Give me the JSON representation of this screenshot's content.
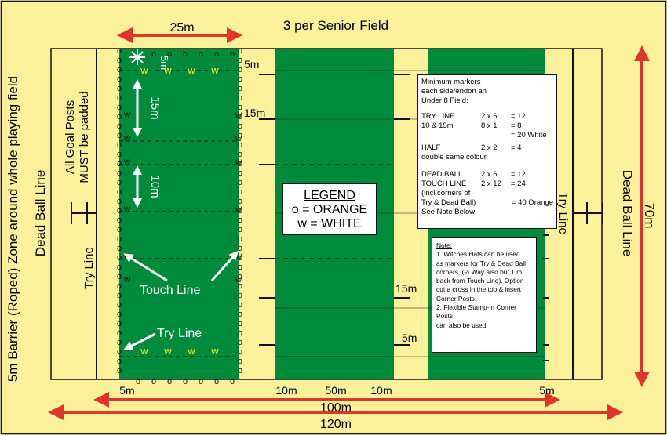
{
  "title": "3 per Senior Field",
  "zone_label": "5m Barrier (Roped) Zone around whole playing field",
  "dead_ball_line_left": "Dead Ball Line",
  "dead_ball_line_right": "Dead Ball Line",
  "goal_posts_line1": "All Goal Posts",
  "goal_posts_line2": "MUST be padded",
  "try_line_left": "Try Line",
  "try_line_right": "Try Line",
  "touch_line_label": "Touch Line",
  "try_line_inner": "Try Line",
  "dim_25m": "25m",
  "dim_5m_top": "5m",
  "dim_15m": "15m",
  "dim_10m": "10m",
  "dim_5m_inner": "5m",
  "right_dim_5m_top": "5m",
  "right_dim_15m_top": "15m",
  "right_dim_15m_bottom": "15m",
  "right_dim_5m_bottom": "5m",
  "bottom_5m_left": "5m",
  "bottom_10m_left": "10m",
  "bottom_50m": "50m",
  "bottom_10m_right": "10m",
  "bottom_5m_right": "5m",
  "dim_100m": "100m",
  "dim_120m": "120m",
  "dim_70m": "70m",
  "marker_w": "w",
  "marker_W": "W",
  "marker_o": "o",
  "legend": {
    "title": "LEGEND",
    "line1": "o = ORANGE",
    "line2": "w = WHITE"
  },
  "markers_box": {
    "intro1": "Minimum markers",
    "intro2": "each side/endon an",
    "intro3": "Under 8 Field:",
    "try_label1": "TRY LINE",
    "try_label2": "10 & 15m",
    "try_calc1": "2 x 6",
    "try_res1": "= 12",
    "try_calc2": "8 x 1",
    "try_res2": "= 8",
    "try_total": "= 20 White",
    "half_label": "HALF",
    "half_calc": "2 x 2",
    "half_res": "= 4",
    "half_note": "double same colour",
    "dead_label1": "DEAD BALL",
    "dead_calc1": "2 x 6",
    "dead_res1": "= 12",
    "dead_label2": "TOUCH LINE",
    "dead_calc2": "2 x 12",
    "dead_res2": "= 24",
    "incl1": "(incl corners of",
    "incl2": "Try & Dead Ball)",
    "total": "= 40 Orange",
    "see_note": "See Note Below"
  },
  "note_box": {
    "title": "Note:",
    "l1": "1. Witches Hats can be used",
    "l2": "as markers for Try & Dead Ball",
    "l3": "corners, (½ Way also but 1 m",
    "l4": "back from Touch Line).  Option",
    "l5": "cut a cross in the top & insert",
    "l6": "Corner Posts.",
    "l7": "2. Flexible Stamp-in Corner Posts",
    "l8": "can also be used."
  },
  "colors": {
    "background": "#fbf19a",
    "field_green": "#008a3c",
    "arrow_red": "#e0352b",
    "marker_yellow": "#f2e830",
    "line_black": "#111111"
  }
}
